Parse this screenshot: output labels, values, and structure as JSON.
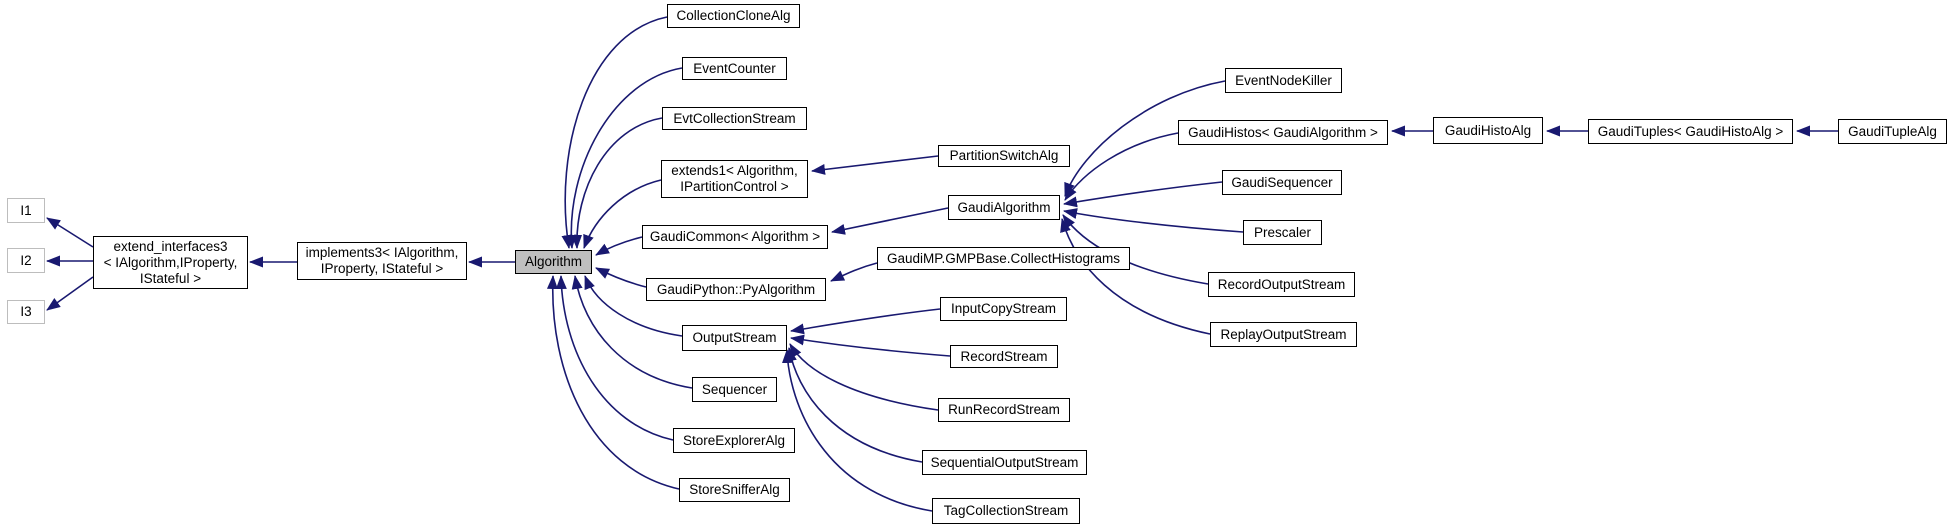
{
  "diagram": {
    "type": "class-inheritance-graph",
    "colors": {
      "edge": "#191970",
      "node_border": "#000000",
      "external_node_border": "#bdbdbd",
      "highlight_fill": "#bfbfbf",
      "background": "#ffffff"
    },
    "nodes": {
      "i1": {
        "label": "I1"
      },
      "i2": {
        "label": "I2"
      },
      "i3": {
        "label": "I3"
      },
      "extend_interfaces3": {
        "label": "extend_interfaces3\n< IAlgorithm,IProperty,\nIStateful >"
      },
      "implements3": {
        "label": "implements3< IAlgorithm,\nIProperty, IStateful >"
      },
      "algorithm": {
        "label": "Algorithm"
      },
      "collectionclonealg": {
        "label": "CollectionCloneAlg"
      },
      "eventcounter": {
        "label": "EventCounter"
      },
      "evtcollectionstream": {
        "label": "EvtCollectionStream"
      },
      "extends1": {
        "label": "extends1< Algorithm,\nIPartitionControl >"
      },
      "gaudicommon": {
        "label": "GaudiCommon< Algorithm >"
      },
      "pyalgorithm": {
        "label": "GaudiPython::PyAlgorithm"
      },
      "gmp_collecthistograms": {
        "label": "GaudiMP.GMPBase.CollectHistograms"
      },
      "outputstream": {
        "label": "OutputStream"
      },
      "sequencer": {
        "label": "Sequencer"
      },
      "storeexploreralg": {
        "label": "StoreExplorerAlg"
      },
      "storesnifferalg": {
        "label": "StoreSnifferAlg"
      },
      "partitionswitchalg": {
        "label": "PartitionSwitchAlg"
      },
      "gaudialgorithm": {
        "label": "GaudiAlgorithm"
      },
      "inputcopystream": {
        "label": "InputCopyStream"
      },
      "recordstream": {
        "label": "RecordStream"
      },
      "runrecordstream": {
        "label": "RunRecordStream"
      },
      "sequentialoutputstream": {
        "label": "SequentialOutputStream"
      },
      "tagcollectionstream": {
        "label": "TagCollectionStream"
      },
      "eventnodekiller": {
        "label": "EventNodeKiller"
      },
      "gaudihistos": {
        "label": "GaudiHistos< GaudiAlgorithm >"
      },
      "gaudisequencer": {
        "label": "GaudiSequencer"
      },
      "prescaler": {
        "label": "Prescaler"
      },
      "recordoutputstream": {
        "label": "RecordOutputStream"
      },
      "replayoutputstream": {
        "label": "ReplayOutputStream"
      },
      "gaudihistoalg": {
        "label": "GaudiHistoAlg"
      },
      "gaudituples": {
        "label": "GaudiTuples< GaudiHistoAlg >"
      },
      "gaudituplealg": {
        "label": "GaudiTupleAlg"
      }
    },
    "edges": [
      {
        "from": "extend_interfaces3",
        "to": "i1"
      },
      {
        "from": "extend_interfaces3",
        "to": "i2"
      },
      {
        "from": "extend_interfaces3",
        "to": "i3"
      },
      {
        "from": "implements3",
        "to": "extend_interfaces3"
      },
      {
        "from": "algorithm",
        "to": "implements3"
      },
      {
        "from": "collectionclonealg",
        "to": "algorithm"
      },
      {
        "from": "eventcounter",
        "to": "algorithm"
      },
      {
        "from": "evtcollectionstream",
        "to": "algorithm"
      },
      {
        "from": "extends1",
        "to": "algorithm"
      },
      {
        "from": "gaudicommon",
        "to": "algorithm"
      },
      {
        "from": "pyalgorithm",
        "to": "algorithm"
      },
      {
        "from": "outputstream",
        "to": "algorithm"
      },
      {
        "from": "sequencer",
        "to": "algorithm"
      },
      {
        "from": "storeexploreralg",
        "to": "algorithm"
      },
      {
        "from": "storesnifferalg",
        "to": "algorithm"
      },
      {
        "from": "partitionswitchalg",
        "to": "extends1"
      },
      {
        "from": "gaudialgorithm",
        "to": "gaudicommon"
      },
      {
        "from": "gmp_collecthistograms",
        "to": "pyalgorithm"
      },
      {
        "from": "inputcopystream",
        "to": "outputstream"
      },
      {
        "from": "recordstream",
        "to": "outputstream"
      },
      {
        "from": "runrecordstream",
        "to": "outputstream"
      },
      {
        "from": "sequentialoutputstream",
        "to": "outputstream"
      },
      {
        "from": "tagcollectionstream",
        "to": "outputstream"
      },
      {
        "from": "eventnodekiller",
        "to": "gaudialgorithm"
      },
      {
        "from": "gaudihistos",
        "to": "gaudialgorithm"
      },
      {
        "from": "gaudisequencer",
        "to": "gaudialgorithm"
      },
      {
        "from": "prescaler",
        "to": "gaudialgorithm"
      },
      {
        "from": "recordoutputstream",
        "to": "gaudialgorithm"
      },
      {
        "from": "replayoutputstream",
        "to": "gaudialgorithm"
      },
      {
        "from": "gaudihistoalg",
        "to": "gaudihistos"
      },
      {
        "from": "gaudituples",
        "to": "gaudihistoalg"
      },
      {
        "from": "gaudituplealg",
        "to": "gaudituples"
      }
    ]
  }
}
